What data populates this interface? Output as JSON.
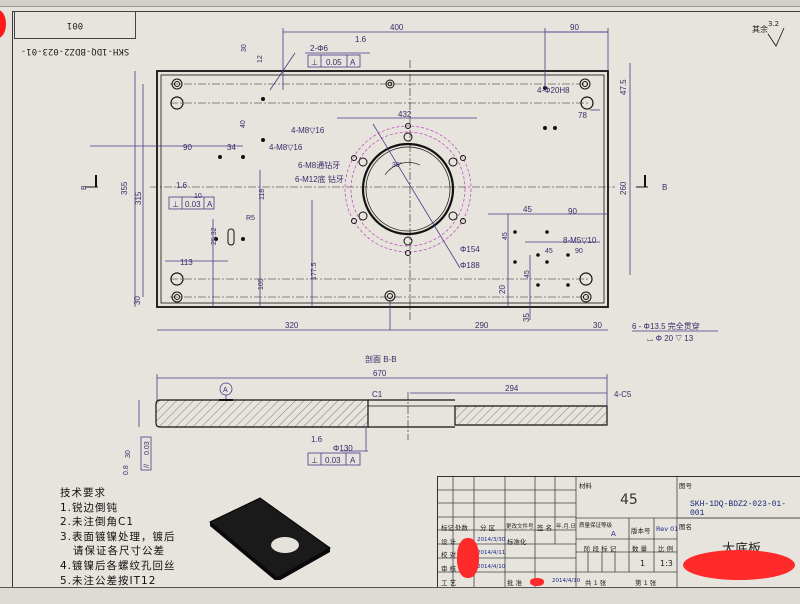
{
  "drawing": {
    "stamp_number": "SKH-1DQ-BDZ2-023-01-001",
    "rough_symbol": {
      "label": "其余",
      "value": "3.2"
    },
    "plan_view": {
      "top_dims": [
        "400",
        "90"
      ],
      "left_dims": [
        "355",
        "315",
        "90",
        "30",
        "113"
      ],
      "right_dims": [
        "47.5",
        "260",
        "78"
      ],
      "bottom_dims": [
        "320",
        "290",
        "30",
        "35",
        "20"
      ],
      "inner_dims": [
        "432",
        "30",
        "12",
        "40",
        "34",
        "118",
        "10",
        "25.32",
        "R5",
        "105",
        "177.5",
        "45",
        "45",
        "90",
        "45",
        "90",
        "45",
        "30°"
      ],
      "callouts": [
        "2-Φ6",
        "4-M8▽16",
        "4-M8▽16",
        "6-M8通钻牙",
        "6-M12底 钻牙",
        "4-Φ20H8",
        "8-M5▽10",
        "Φ154",
        "Φ188",
        "6 - Φ13.5 完全贯穿",
        "⌴ Φ 20 ▽ 13"
      ],
      "gdt_1": {
        "roughness": "1.6",
        "symbol": "⊥",
        "tol": "0.05",
        "datum": "A"
      },
      "gdt_2": {
        "roughness": "1.6",
        "symbol": "⊥",
        "tol": "0.03",
        "datum": "A"
      },
      "section_marker": "B"
    },
    "section_view": {
      "title": "剖面 B-B",
      "overall": "670",
      "dim_294": "294",
      "chamfer_1": "C1",
      "chamfer_2": "4-C5",
      "datum": "A",
      "bore": "Φ130",
      "gdt": {
        "roughness": "1.6",
        "symbol": "⊥",
        "tol": "0.03",
        "datum": "A"
      },
      "thickness": {
        "value": "30",
        "roughness": "0.8",
        "symbol": "//",
        "tol": "0.03"
      }
    },
    "tech_req": {
      "title": "技术要求",
      "items": [
        "1.锐边倒钝",
        "2.未注倒角C1",
        "3.表面镀镍处理，镀后",
        "   请保证各尺寸公差",
        "4.镀镍后各螺纹孔回丝",
        "5.未注公差按IT12"
      ]
    },
    "title_block": {
      "material_label": "材料",
      "material": "45",
      "drawing_no_label": "图号",
      "drawing_no": "SKH-1DQ-BDZ2-023-01-001",
      "name_label": "图名",
      "name": "大底板",
      "rev_header": [
        "标记",
        "处数",
        "分 区",
        "更改文件号",
        "签 名",
        "年.月.日"
      ],
      "rows": [
        {
          "label": "设 计",
          "date": "2014/3/30",
          "extra": "标准化"
        },
        {
          "label": "校 对",
          "date": "2014/4/11",
          "extra": ""
        },
        {
          "label": "审 核",
          "date": "2014/4/10",
          "extra": ""
        },
        {
          "label": "工 艺",
          "date": "",
          "extra": "批 准",
          "approve_date": "2014/4/10"
        }
      ],
      "stage_label": "质量保证等级",
      "stage": "A",
      "version_label": "版本号",
      "version": "Rev 01",
      "stage_mark": "阶 段 标 记",
      "qty_label": "数 量",
      "scale_label": "比 例",
      "qty": "1",
      "scale": "1:3",
      "total_sheets": "共 1 张",
      "sheet_no": "第 1 张"
    }
  }
}
